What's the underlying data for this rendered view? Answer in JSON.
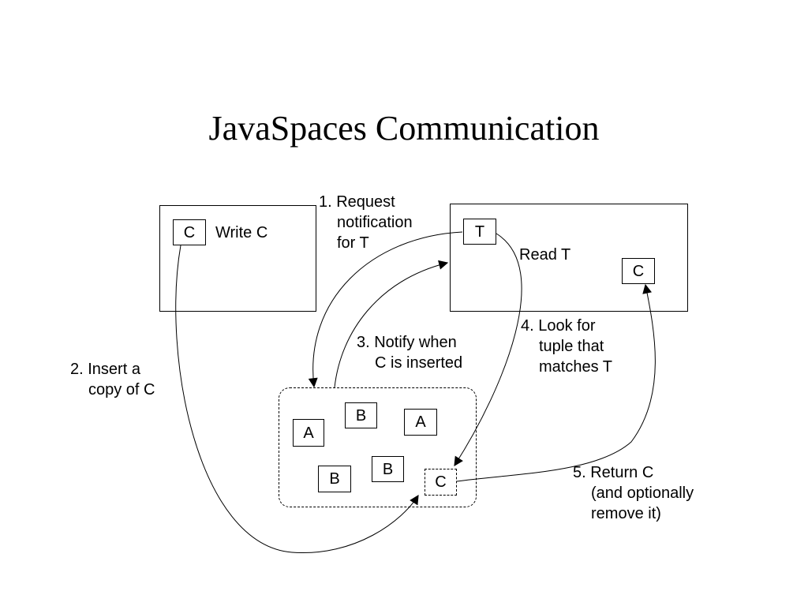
{
  "title": "JavaSpaces Communication",
  "writer": {
    "tuple": "C",
    "label": "Write C"
  },
  "reader": {
    "template": "T",
    "label": "Read T",
    "result": "C"
  },
  "space": {
    "tuples": [
      "A",
      "B",
      "A",
      "B",
      "B"
    ],
    "inserted": "C"
  },
  "steps": [
    {
      "line1": "1. Request",
      "line2": "notification",
      "line3": "for T"
    },
    {
      "line1": "2. Insert a",
      "line2": "copy of C"
    },
    {
      "line1": "3. Notify when",
      "line2": "C is inserted"
    },
    {
      "line1": "4. Look for",
      "line2": "tuple that",
      "line3": "matches T"
    },
    {
      "line1": "5. Return C",
      "line2": "(and optionally",
      "line3": "remove it)"
    }
  ]
}
